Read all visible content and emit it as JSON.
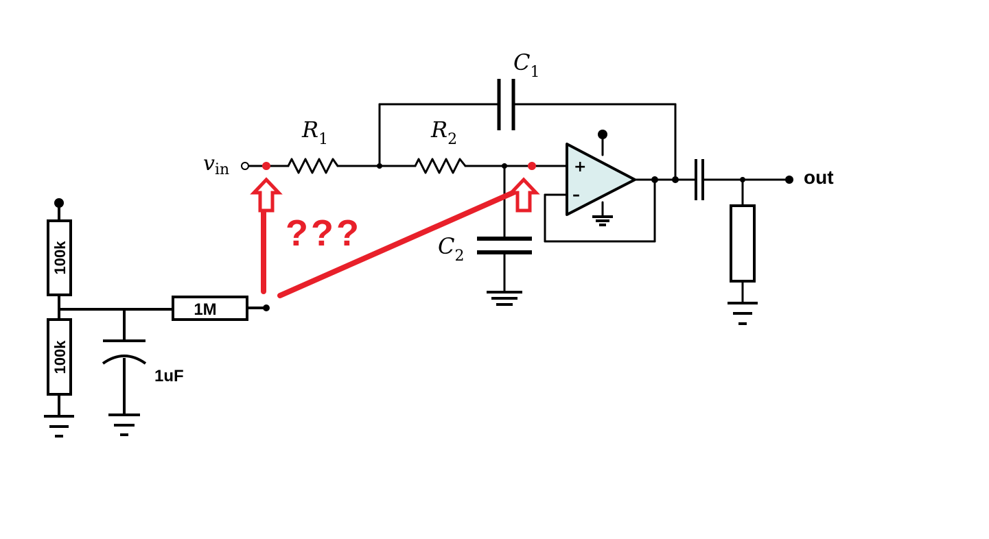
{
  "labels": {
    "vin_main": "v",
    "vin_sub": "in",
    "r1_main": "R",
    "r1_sub": "1",
    "r2_main": "R",
    "r2_sub": "2",
    "c1_main": "C",
    "c1_sub": "1",
    "c2_main": "C",
    "c2_sub": "2",
    "out": "out",
    "question": "???",
    "bias_res_top": "100k",
    "bias_res_bottom": "100k",
    "series_res": "1M",
    "bias_cap": "1uF",
    "opamp_plus": "+",
    "opamp_minus": "–"
  },
  "colors": {
    "wire": "#000000",
    "annotation": "#e8202a",
    "opamp_fill": "#dbeeee"
  }
}
